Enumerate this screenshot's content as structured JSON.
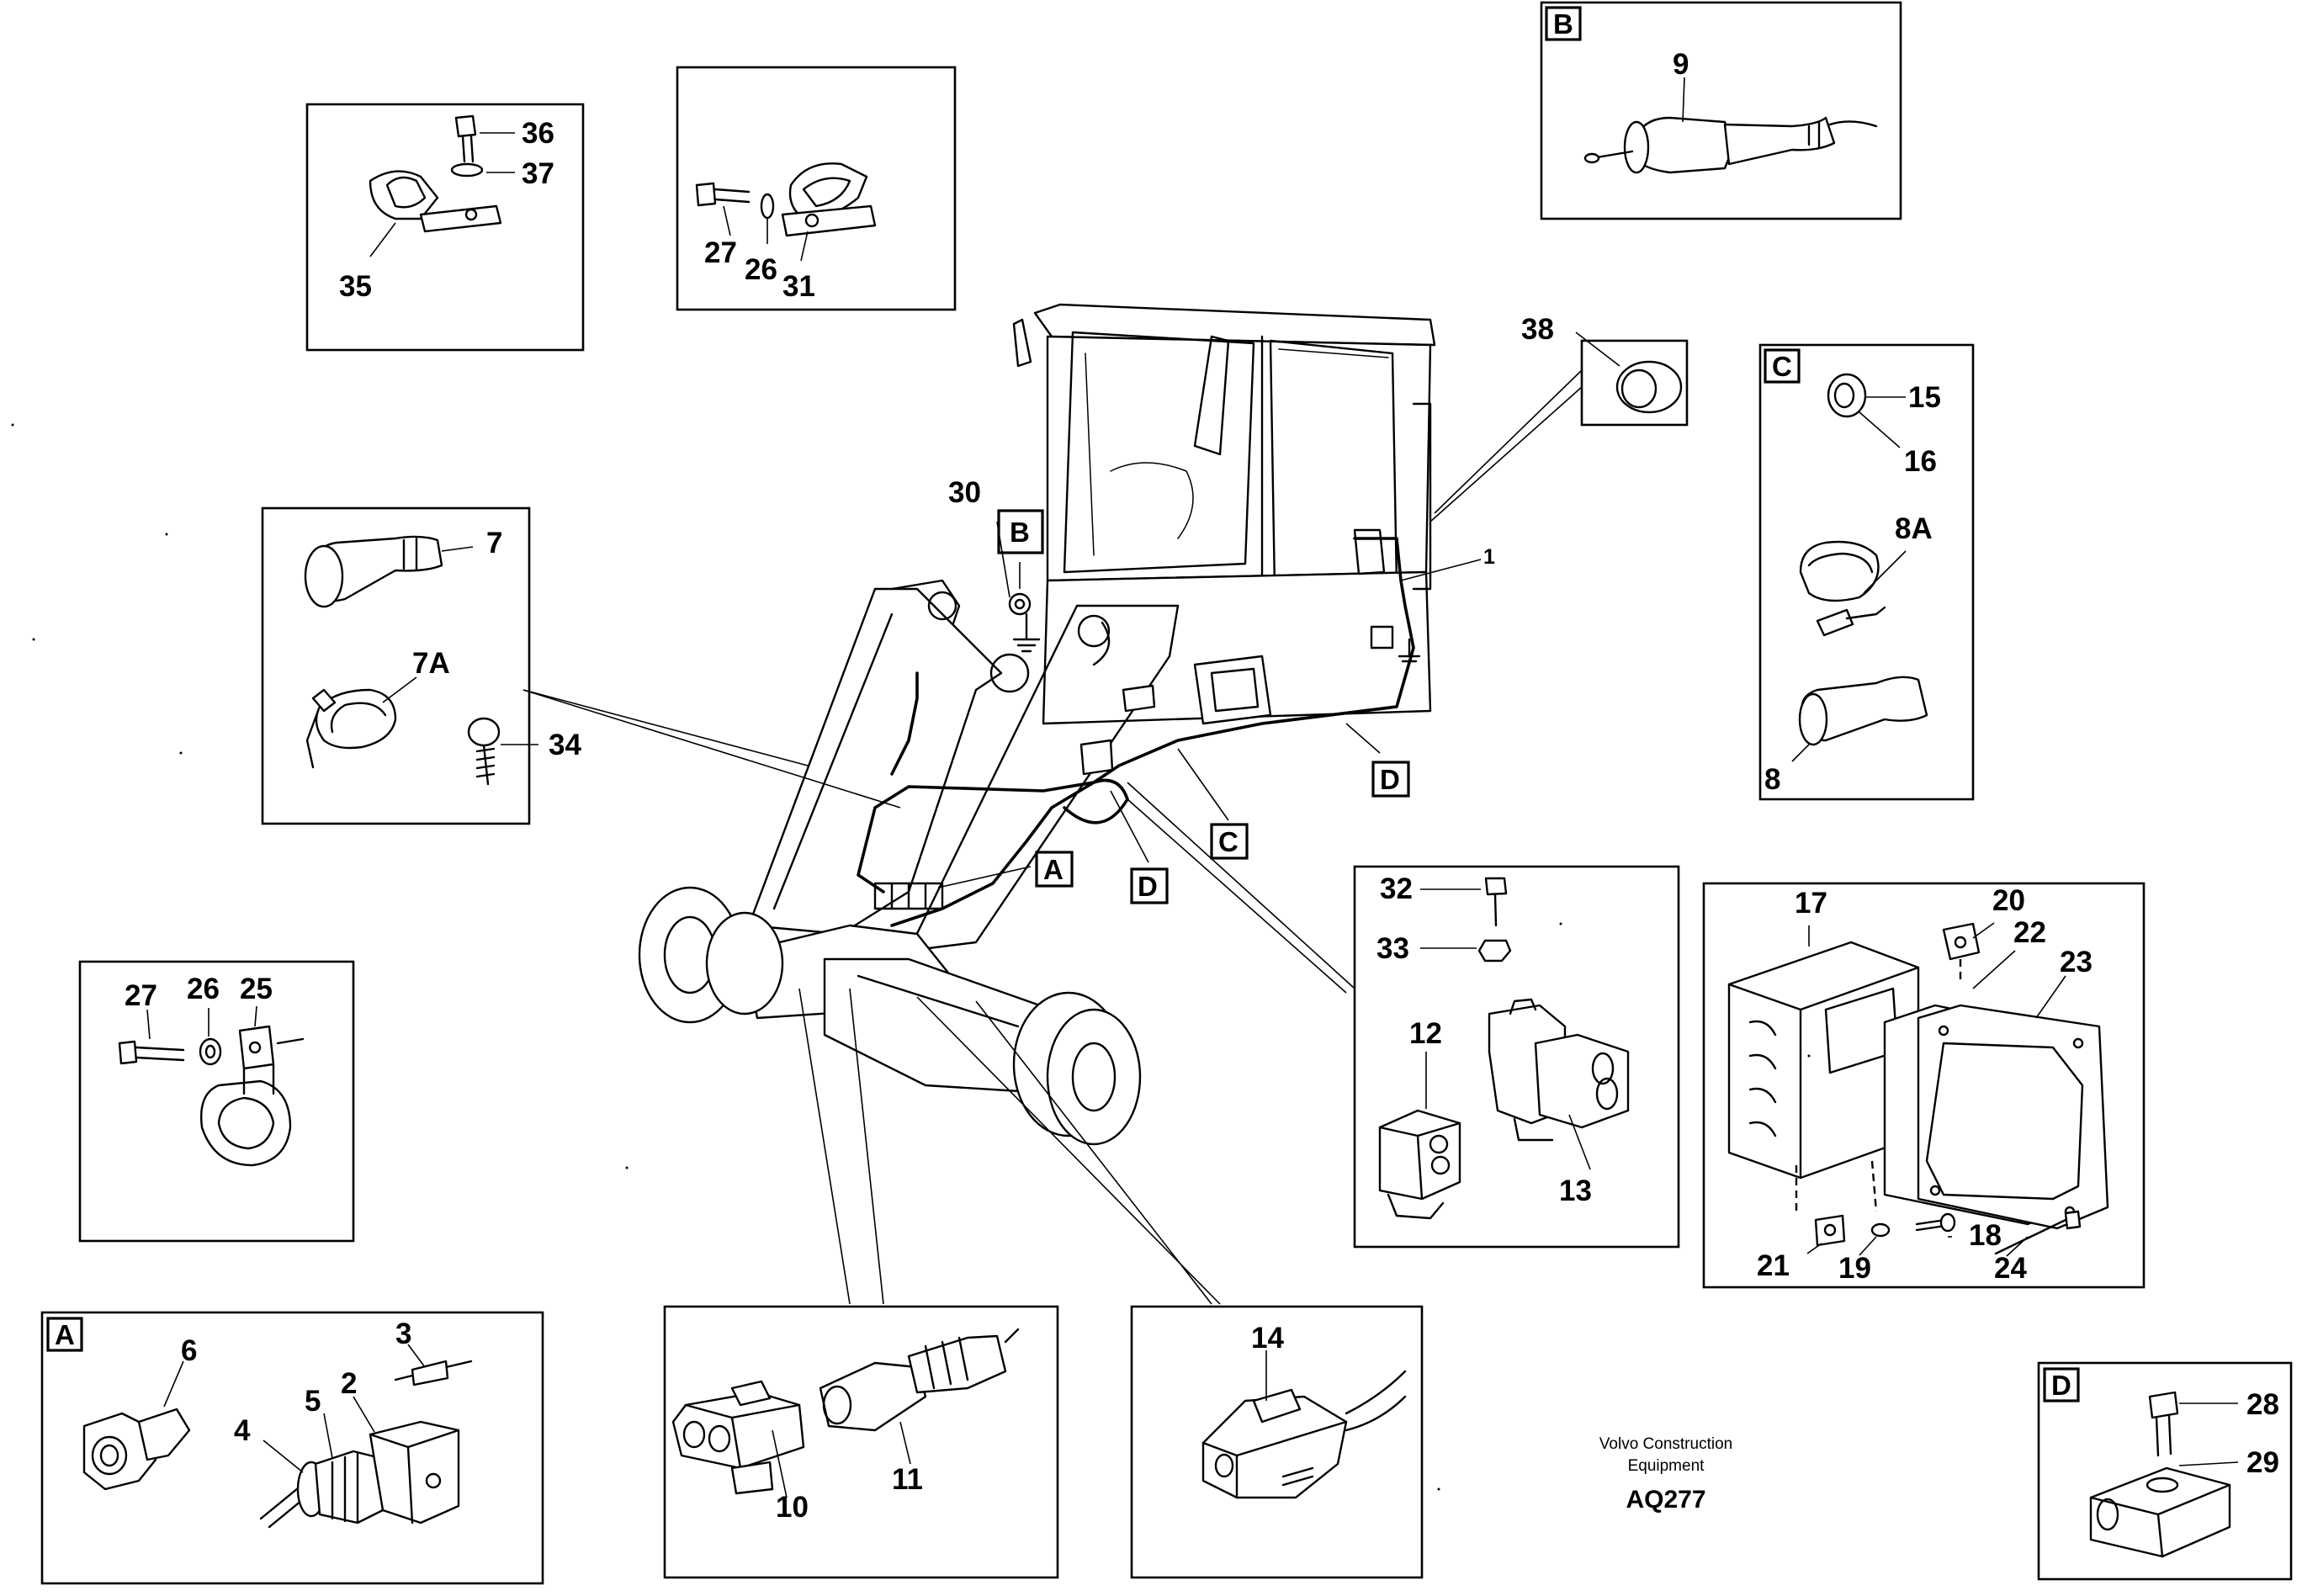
{
  "document": {
    "brand_line1": "Volvo Construction",
    "brand_line2": "Equipment",
    "code": "AQ277"
  },
  "tags": {
    "a": "A",
    "b": "B",
    "c": "C",
    "d": "D"
  },
  "labels": {
    "p1": "1",
    "p2": "2",
    "p3": "3",
    "p4": "4",
    "p5": "5",
    "p6": "6",
    "p7": "7",
    "p7a": "7A",
    "p8": "8",
    "p8a": "8A",
    "p9": "9",
    "p10": "10",
    "p11": "11",
    "p12": "12",
    "p13": "13",
    "p14": "14",
    "p15": "15",
    "p16": "16",
    "p17": "17",
    "p18": "18",
    "p19": "19",
    "p20": "20",
    "p21": "21",
    "p22": "22",
    "p23": "23",
    "p24": "24",
    "p25": "25",
    "p26": "26",
    "p27": "27",
    "p28": "28",
    "p29": "29",
    "p30": "30",
    "p31": "31",
    "p32": "32",
    "p33": "33",
    "p34": "34",
    "p35": "35",
    "p36": "36",
    "p37": "37",
    "p38": "38"
  }
}
